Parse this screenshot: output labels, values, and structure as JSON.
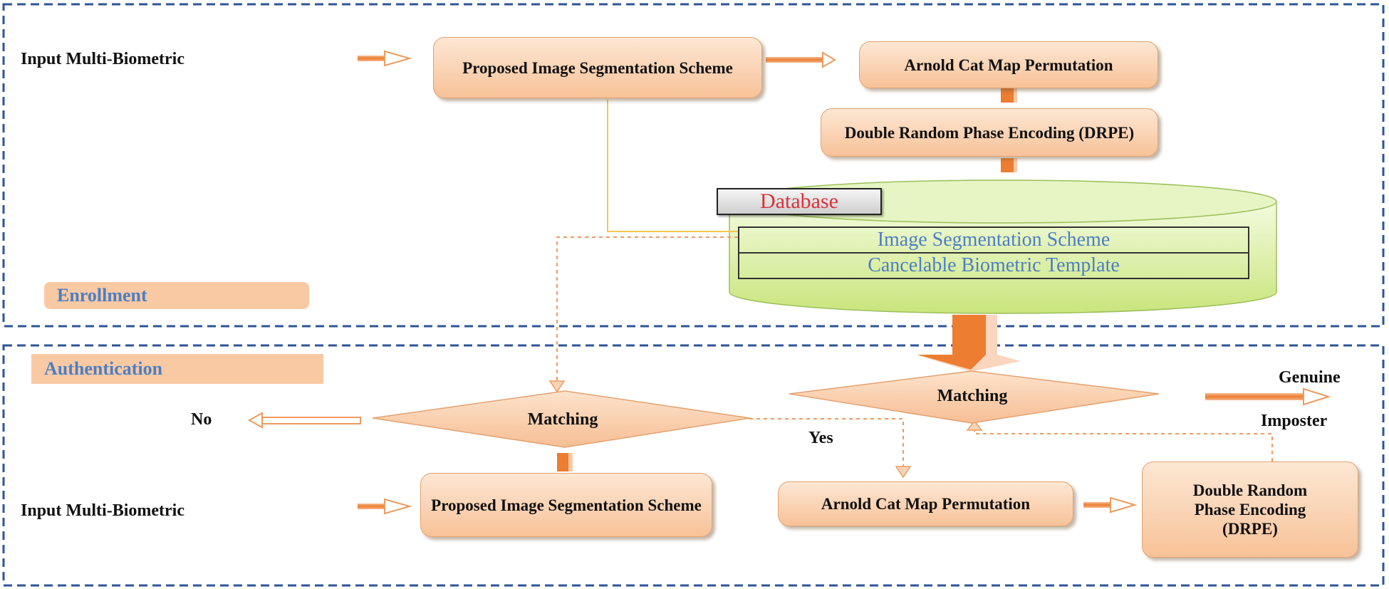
{
  "enrollment": {
    "label": "Enrollment",
    "input_label": "Input Multi-Biometric",
    "segmentation_box": "Proposed Image Segmentation Scheme",
    "arnold_box": "Arnold Cat Map Permutation",
    "drpe_box": "Double Random Phase Encoding (DRPE)"
  },
  "database": {
    "title": "Database",
    "row1": "Image  Segmentation Scheme",
    "row2": "Cancelable Biometric Template"
  },
  "authentication": {
    "label": "Authentication",
    "input_label": "Input Multi-Biometric",
    "segmentation_box": "Proposed Image Segmentation Scheme",
    "matching_left": "Matching",
    "matching_right": "Matching",
    "no_label": "No",
    "yes_label": "Yes",
    "genuine_label": "Genuine",
    "imposter_label": "Imposter",
    "arnold_box": "Arnold Cat Map Permutation",
    "drpe_box": "Double Random Phase Encoding (DRPE)"
  },
  "colors": {
    "frame_dash": "#2f5597",
    "box_fill": "#f7c298",
    "arrow": "#ed7d31",
    "database_fill": "#d8ef9c",
    "database_title": "#d6333a",
    "blue_text": "#4c7fc2"
  }
}
